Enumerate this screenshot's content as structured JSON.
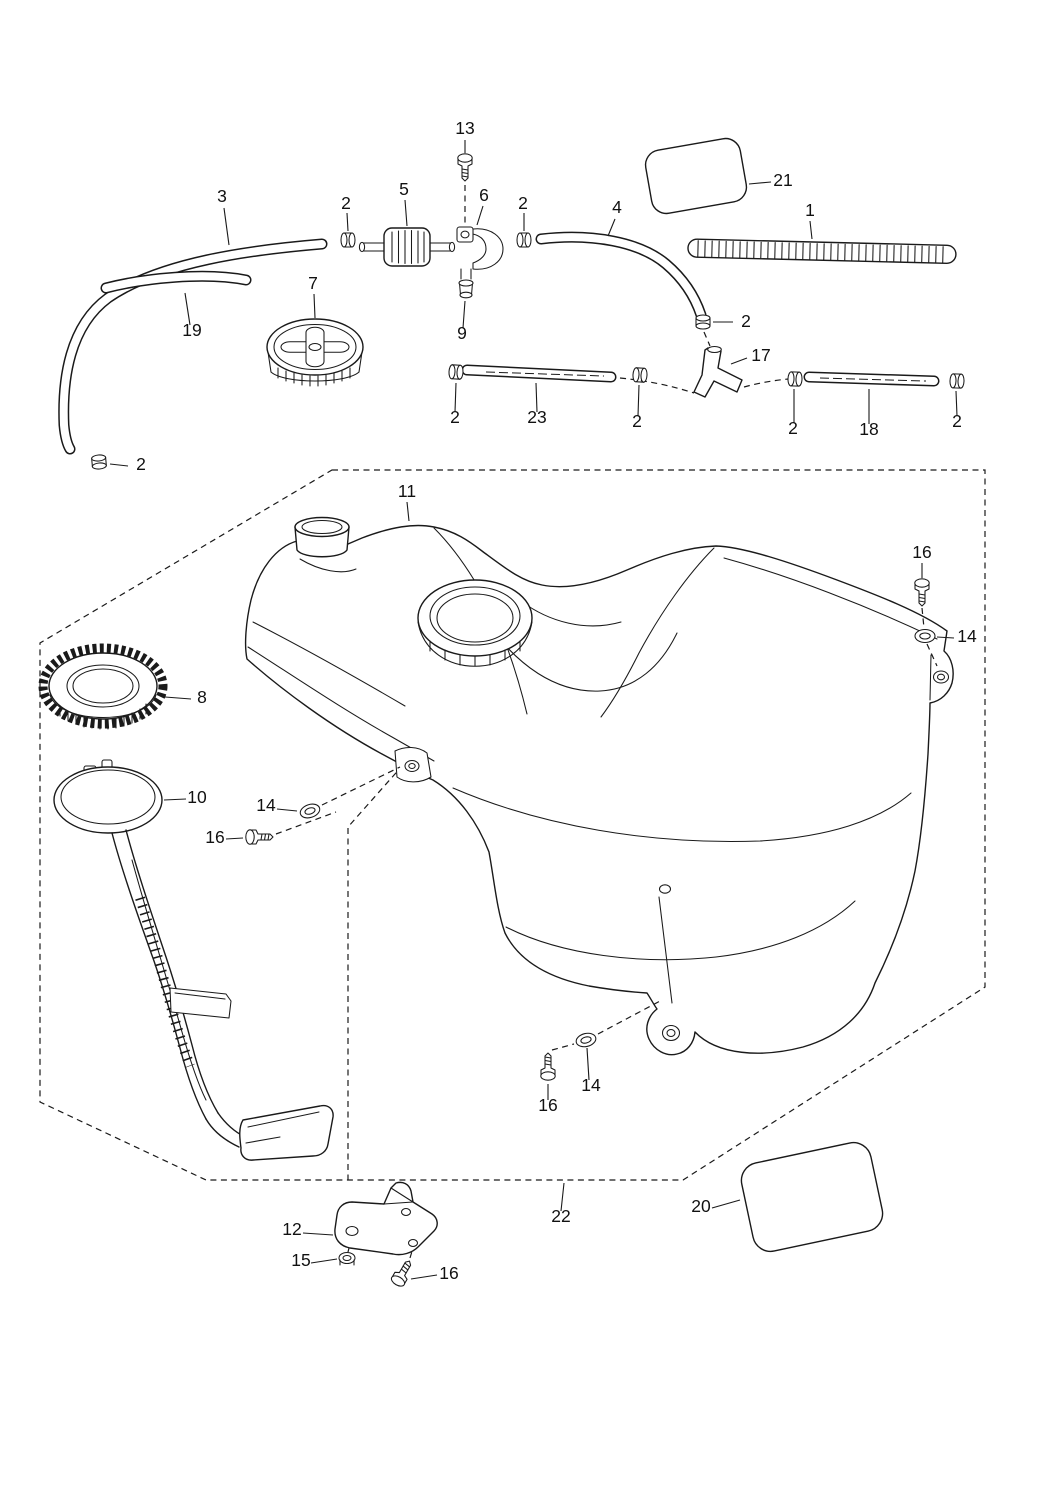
{
  "colors": {
    "background": "#ffffff",
    "line": "#1a1a1a"
  },
  "callouts": [
    {
      "label": "13"
    },
    {
      "label": "3"
    },
    {
      "label": "2"
    },
    {
      "label": "5"
    },
    {
      "label": "6"
    },
    {
      "label": "2"
    },
    {
      "label": "4"
    },
    {
      "label": "21"
    },
    {
      "label": "1"
    },
    {
      "label": "7"
    },
    {
      "label": "19"
    },
    {
      "label": "9"
    },
    {
      "label": "2"
    },
    {
      "label": "17"
    },
    {
      "label": "2"
    },
    {
      "label": "23"
    },
    {
      "label": "2"
    },
    {
      "label": "2"
    },
    {
      "label": "18"
    },
    {
      "label": "2"
    },
    {
      "label": "2"
    },
    {
      "label": "11"
    },
    {
      "label": "16"
    },
    {
      "label": "14"
    },
    {
      "label": "8"
    },
    {
      "label": "10"
    },
    {
      "label": "14"
    },
    {
      "label": "16"
    },
    {
      "label": "14"
    },
    {
      "label": "16"
    },
    {
      "label": "22"
    },
    {
      "label": "20"
    },
    {
      "label": "12"
    },
    {
      "label": "15"
    },
    {
      "label": "16"
    }
  ]
}
